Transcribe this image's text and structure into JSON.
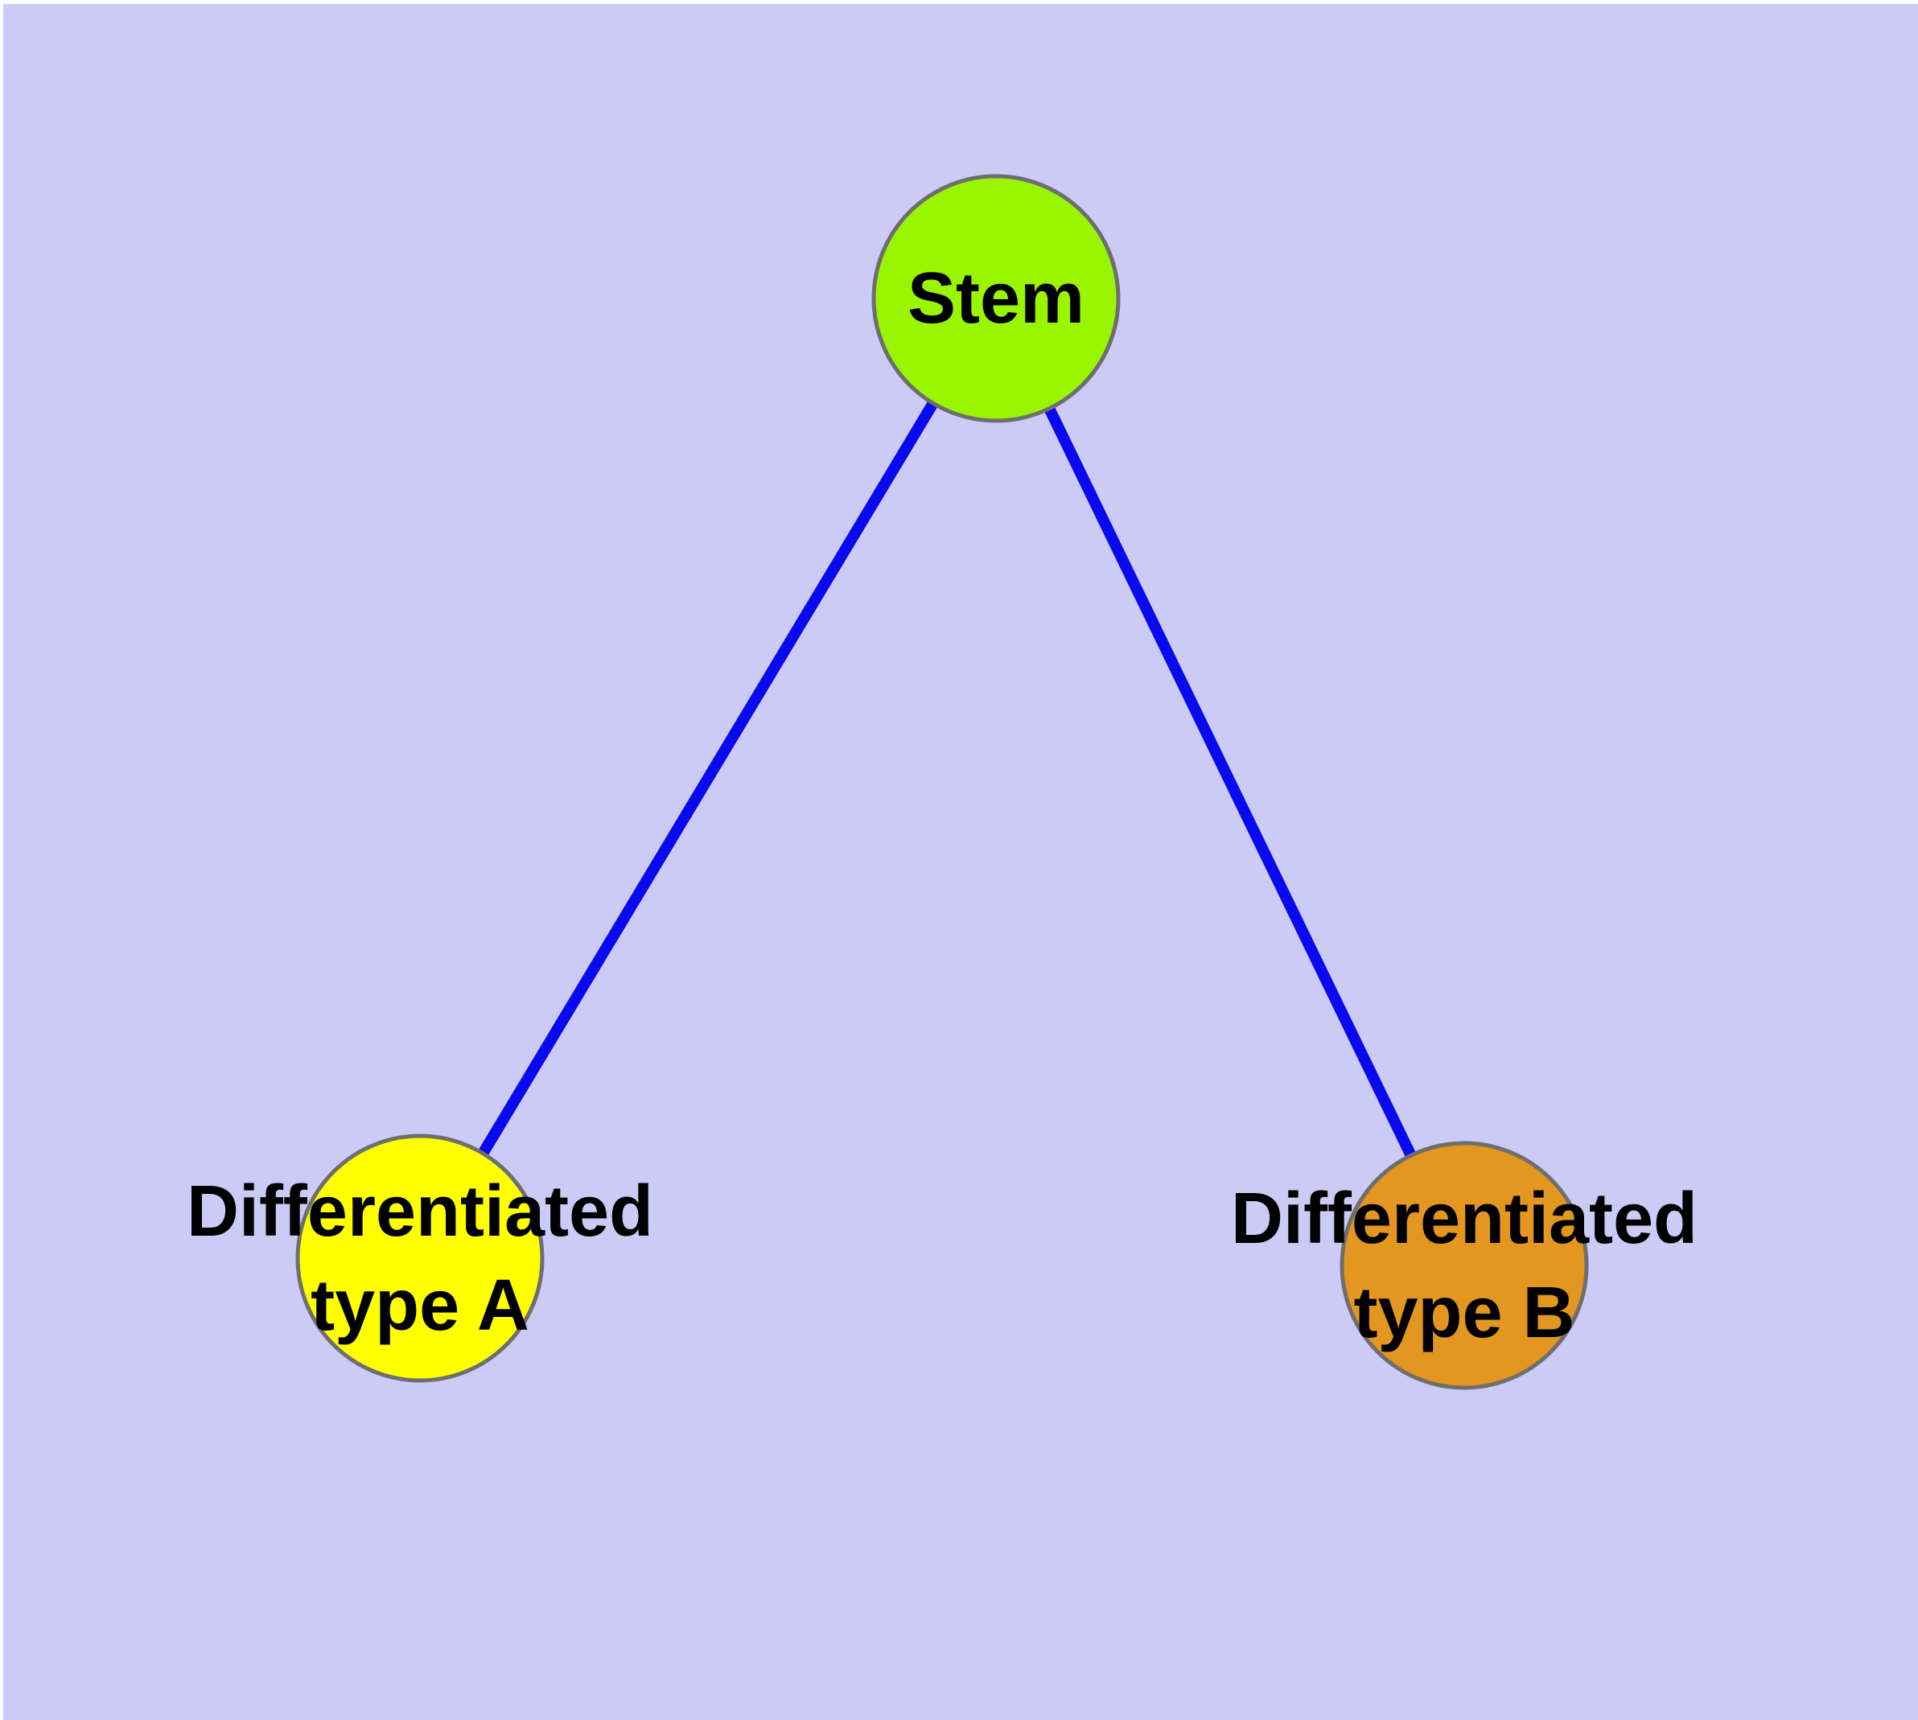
{
  "canvas": {
    "margin_color": "#FFFFFF",
    "background_color": "#CBCBF5"
  },
  "graph": {
    "edge_color": "#0909F0",
    "node_border_color": "#6E6E6E",
    "text_color": "#000000",
    "nodes": [
      {
        "id": "stem",
        "label_lines": [
          "Stem"
        ],
        "fill": "#9AF502"
      },
      {
        "id": "differentiated-type-a",
        "label_lines": [
          "Differentiated",
          "type A"
        ],
        "fill": "#FFFF00"
      },
      {
        "id": "differentiated-type-b",
        "label_lines": [
          "Differentiated",
          "type B"
        ],
        "fill": "#E39620"
      }
    ],
    "edges": [
      {
        "from": "stem",
        "to": "differentiated-type-a"
      },
      {
        "from": "stem",
        "to": "differentiated-type-b"
      }
    ]
  }
}
